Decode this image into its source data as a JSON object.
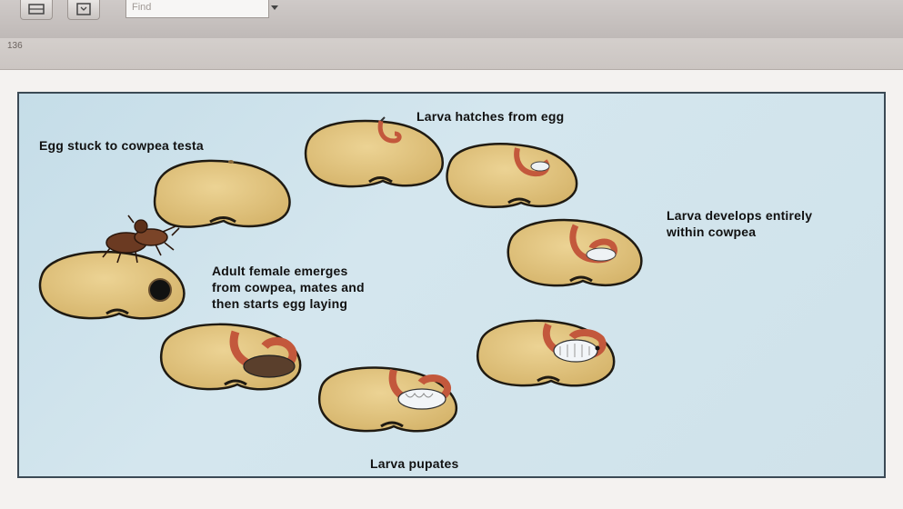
{
  "toolbar": {
    "find_placeholder": "Find",
    "page_number": "136"
  },
  "colors": {
    "slide_background": "#cde1ea",
    "bean": "#e2c47f",
    "larva_tunnel": "#c3583c",
    "frame": "#3b4a55"
  },
  "slide": {
    "labels": {
      "egg_stuck": "Egg stuck to cowpea testa",
      "larva_hatches": "Larva hatches from egg",
      "larva_develops_line1": "Larva develops entirely",
      "larva_develops_line2": "within cowpea",
      "adult_line1": "Adult female emerges",
      "adult_line2": "from cowpea, mates and",
      "adult_line3": "then starts egg laying",
      "larva_pupates": "Larva pupates"
    }
  }
}
